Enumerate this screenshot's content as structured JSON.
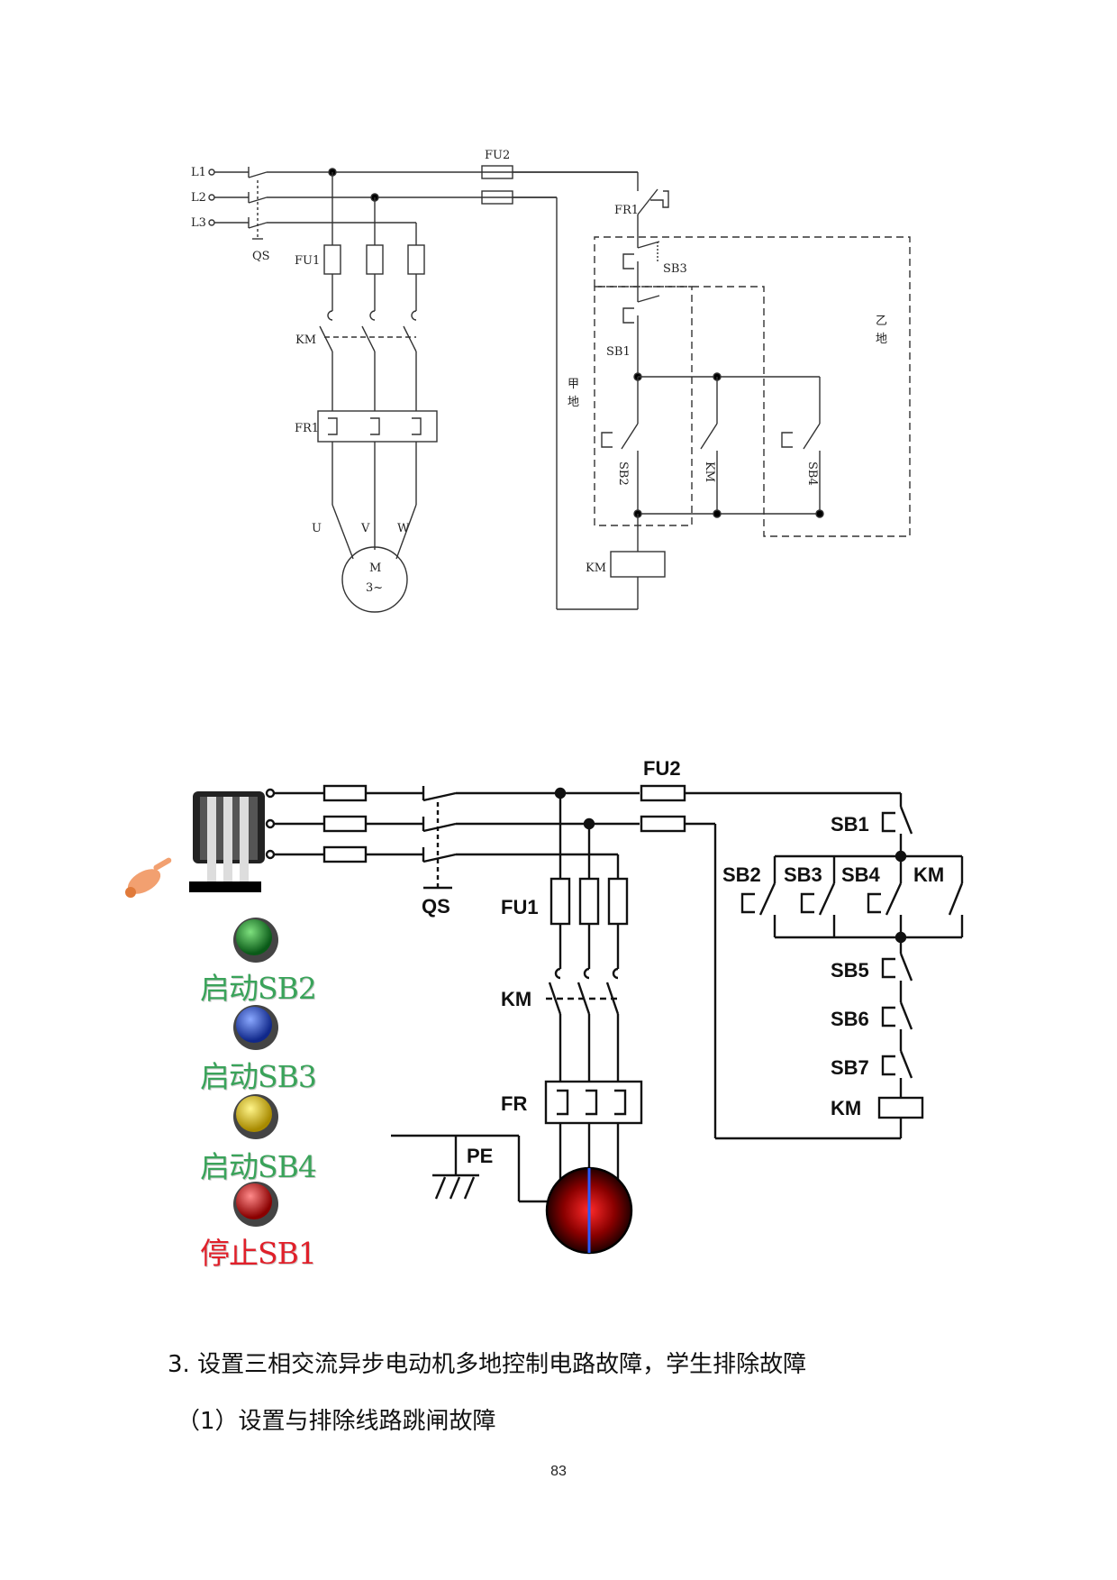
{
  "top_diagram": {
    "phase_labels": [
      "L1",
      "L2",
      "L3"
    ],
    "switch_label": "QS",
    "main_fuse_label": "FU1",
    "control_fuse_label": "FU2",
    "contactor_label": "KM",
    "overload_label": "FR1",
    "overload_contact_label": "FR1",
    "terminal_labels": [
      "U",
      "V",
      "W"
    ],
    "motor_label": "M",
    "motor_sublabel": "3~",
    "stop_buttons": [
      "SB3",
      "SB1"
    ],
    "start_buttons": [
      "SB2",
      "SB4"
    ],
    "holding_contact_label": "KM",
    "coil_label": "KM",
    "location_a_label": "甲地",
    "location_b_label": "乙地"
  },
  "bottom_diagram": {
    "control_fuse_label": "FU2",
    "switch_label": "QS",
    "main_fuse_label": "FU1",
    "contactor_label": "KM",
    "overload_label": "FR",
    "ground_label": "PE",
    "start_buttons": [
      "SB2",
      "SB3",
      "SB4"
    ],
    "holding_contact_label": "KM",
    "stop_buttons": [
      "SB1",
      "SB5",
      "SB6",
      "SB7"
    ],
    "coil_label": "KM"
  },
  "panel_buttons": [
    {
      "label": "启动SB2",
      "color": "#1c8a2e",
      "text_color": "#3aa35a"
    },
    {
      "label": "启动SB3",
      "color": "#2346b8",
      "text_color": "#3aa35a"
    },
    {
      "label": "启动SB4",
      "color": "#e2c21a",
      "text_color": "#3aa35a"
    },
    {
      "label": "停止SB1",
      "color": "#c81414",
      "text_color": "#e0202a"
    }
  ],
  "heading": "3. 设置三相交流异步电动机多地控制电路故障，学生排除故障",
  "subheading": "（1）设置与排除线路跳闸故障",
  "page_number": "83"
}
